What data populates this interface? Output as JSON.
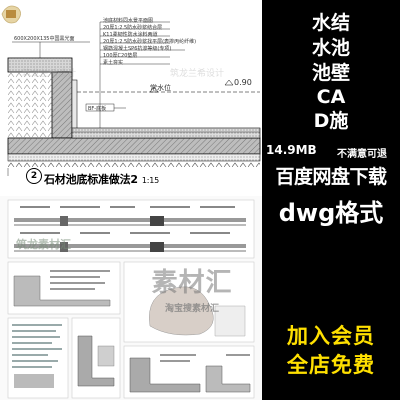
{
  "drawing": {
    "detail_number": "2",
    "detail_title": "石材池底标准做法",
    "detail_title_num": "2",
    "detail_scale": "1:15",
    "top_dim": "600X200X135中国黑光面",
    "layers": [
      "池底材料同水景平面图",
      "20厚1:2.5防水砂浆结合层",
      "K11柔韧性防水涂料两道",
      "20厚1:2.5防水砂浆找平层(表掺丙纶纤维)",
      "钢筋混凝土SP6抗渗等级(专项)",
      "100厚C20垫层",
      "素土夯实"
    ],
    "level_label": "0.90",
    "water_label": "常水位",
    "bottom_label": "BF-底板",
    "watermark_small": "筑龙兰希设计",
    "watermark_big_1": "素材汇",
    "watermark_big_2": "淘宝搜素材汇",
    "watermark_left": "筑龙素材汇"
  },
  "panel": {
    "title_lines": [
      "水结",
      "水池",
      "池壁",
      "CA",
      "D施"
    ],
    "file_size": "14.9MB",
    "refund": "不满意可退",
    "download": "百度网盘下载",
    "format": "dwg格式",
    "vip_1": "加入会员",
    "vip_2": "全店免费"
  },
  "colors": {
    "panel_bg": "#000000",
    "panel_text": "#ffffff",
    "vip_text": "#ffe000",
    "hatch_gray": "#9a9a9a"
  }
}
